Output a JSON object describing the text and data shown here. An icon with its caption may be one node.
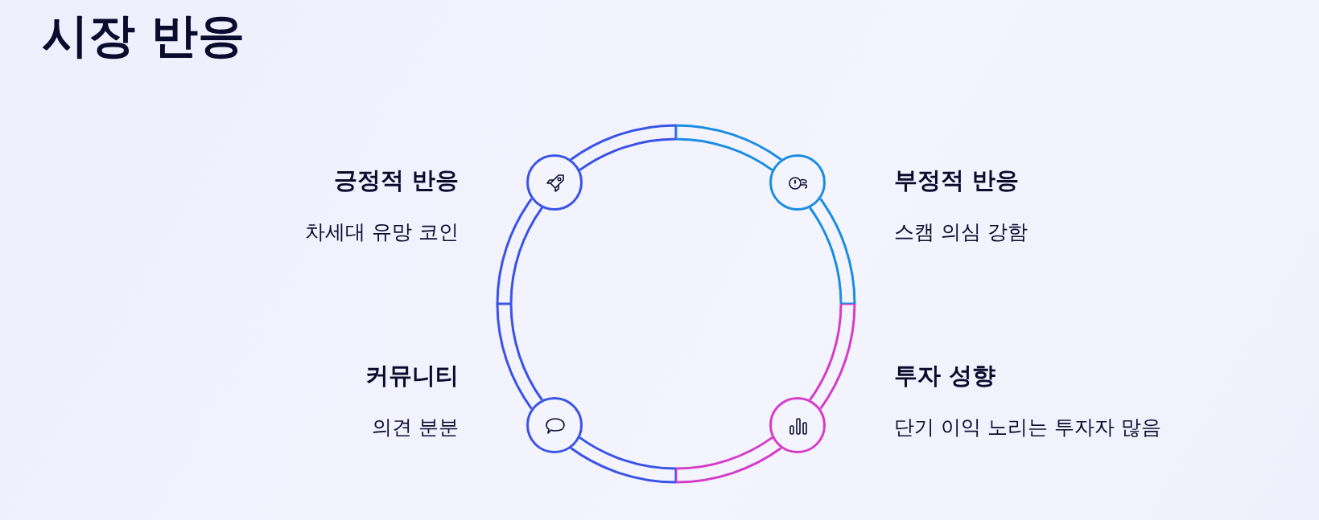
{
  "diagram": {
    "title": "시장 반응",
    "nodes": [
      {
        "text": [],
        "shape": "circle",
        "beside": [
          "긍정적 반응",
          "차세대 유망 코인"
        ]
      },
      {
        "text": [],
        "shape": "circle",
        "beside": [
          "부정적 반응",
          "스캠 의심 강함"
        ]
      },
      {
        "text": [],
        "shape": "circle",
        "beside": [
          "커뮤니티",
          "의견 분분"
        ]
      },
      {
        "text": [],
        "shape": "circle",
        "beside": [
          "투자 성향",
          "단기 이익 노리는 투자자 많음"
        ]
      }
    ],
    "edges": [
      {
        "from": 0,
        "to": 1,
        "arrow": "none"
      },
      {
        "from": 1,
        "to": 3,
        "arrow": "none"
      },
      {
        "from": 3,
        "to": 2,
        "arrow": "none"
      },
      {
        "from": 2,
        "to": 0,
        "arrow": "none"
      }
    ]
  }
}
